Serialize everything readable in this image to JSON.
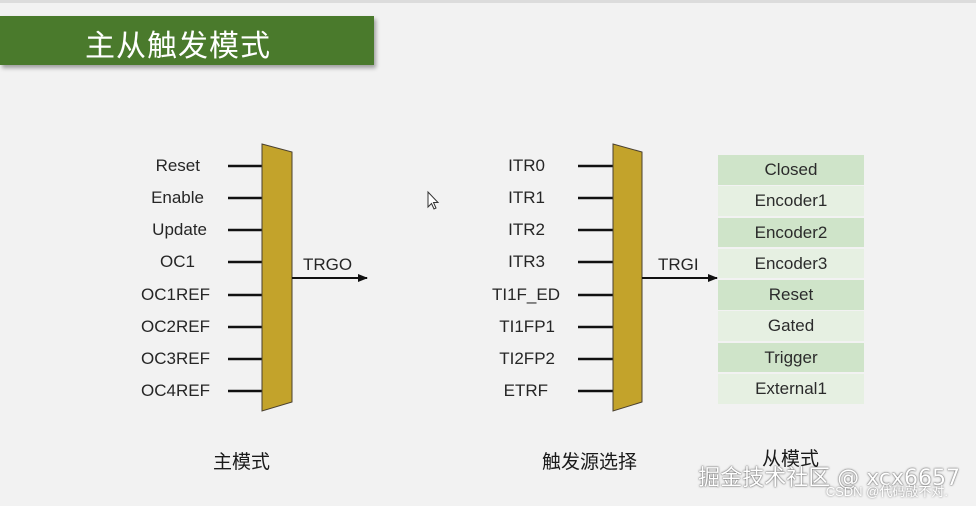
{
  "title": "主从触发模式",
  "master": {
    "inputs": [
      "Reset",
      "Enable",
      "Update",
      "OC1",
      "OC1REF",
      "OC2REF",
      "OC3REF",
      "OC4REF"
    ],
    "output_label": "TRGO",
    "caption": "主模式"
  },
  "trigger": {
    "inputs": [
      "ITR0",
      "ITR1",
      "ITR2",
      "ITR3",
      "TI1F_ED",
      "TI1FP1",
      "TI2FP2",
      "ETRF"
    ],
    "output_label": "TRGI",
    "caption": "触发源选择"
  },
  "slave": {
    "modes": [
      "Closed",
      "Encoder1",
      "Encoder2",
      "Encoder3",
      "Reset",
      "Gated",
      "Trigger",
      "External1"
    ],
    "caption": "从模式"
  },
  "watermark": {
    "main": "掘金技术社区 @ xcx6657",
    "sub": "CSDN @代码敲不对."
  },
  "colors": {
    "title_banner": "#4a7a2c",
    "mux_fill": "#c3a32b",
    "mode_dark": "#cfe4c9",
    "mode_light": "#e6f0e2"
  }
}
